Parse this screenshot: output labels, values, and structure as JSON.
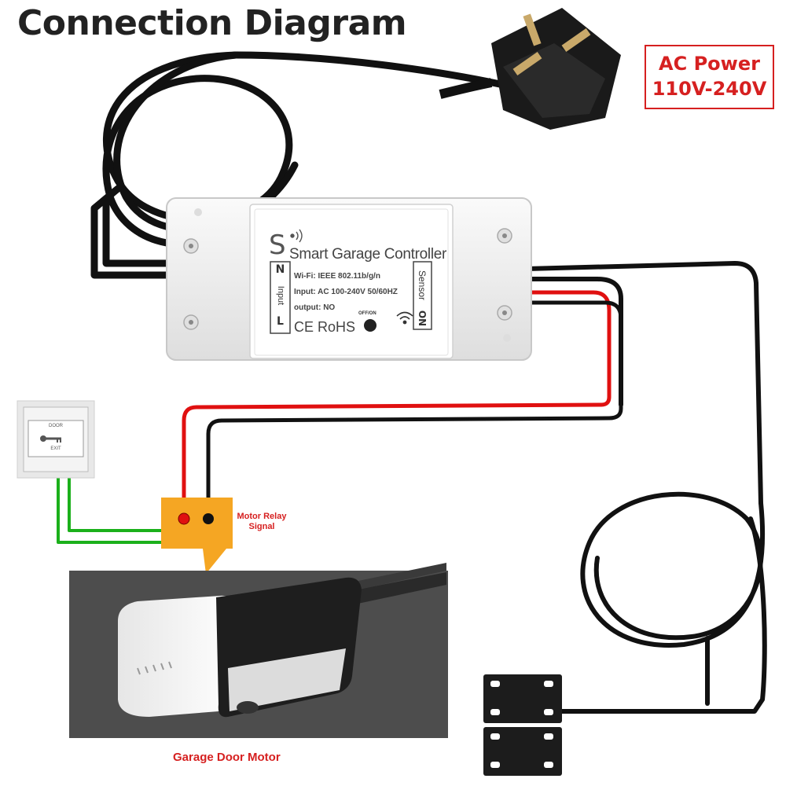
{
  "title": "Connection Diagram",
  "ac_power": {
    "line1": "AC Power",
    "line2": "110V-240V"
  },
  "controller": {
    "name": "Smart Garage Controller",
    "logo_letter": "S",
    "spec_wifi": "Wi-Fi: IEEE 802.11b/g/n",
    "spec_input": "Input: AC 100-240V  50/60HZ",
    "spec_output": "output:  NO",
    "cert": "CE RoHS",
    "button_label": "OFF/ON",
    "input_terminals": [
      "N",
      "Input",
      "L"
    ],
    "sensor_terminals": [
      "NO",
      "Sensor"
    ]
  },
  "exit_button": {
    "top_text": "DOOR",
    "bottom_text": "EXIT"
  },
  "relay": {
    "label_line1": "Motor Relay",
    "label_line2": "Signal"
  },
  "motor": {
    "label": "Garage Door Motor"
  },
  "colors": {
    "title": "#222222",
    "accent_red": "#d62020",
    "wire_black": "#111111",
    "wire_red": "#e01010",
    "wire_green": "#1bb01b",
    "relay_orange": "#f5a623",
    "controller_body": "#f2f2f2",
    "motor_backdrop": "#4d4d4d"
  }
}
